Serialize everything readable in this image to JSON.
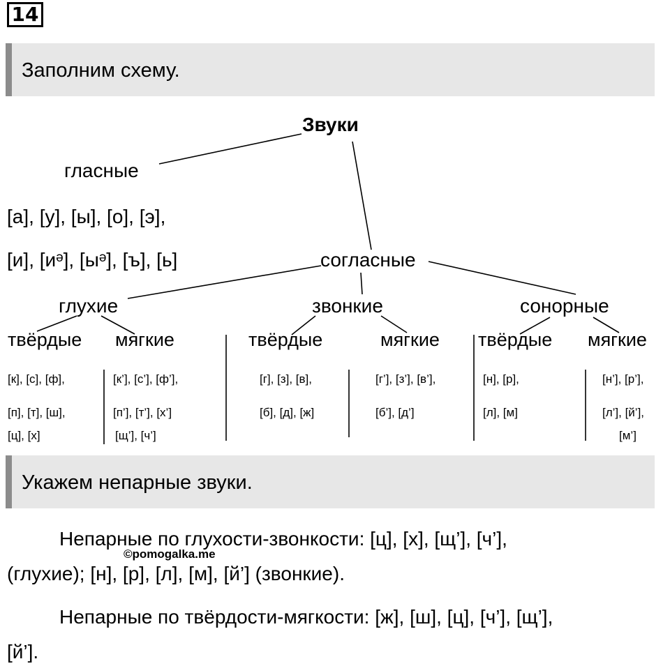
{
  "task_number": "14",
  "section1_title": "Заполним схему.",
  "section2_title": "Укажем непарные звуки.",
  "scheme": {
    "root": "Звуки",
    "vowels": {
      "label": "гласные",
      "line1": "[а], [у], [ы], [о], [э],",
      "line2": "[и], [иᵊ], [ыᵊ], [ъ], [ь]"
    },
    "consonants": {
      "label": "согласные",
      "voiceless": {
        "label": "глухие",
        "hard_label": "твёрдые",
        "hard_lines": [
          "[к], [с], [ф],",
          "[п], [т], [ш],",
          "[ц], [х]"
        ],
        "soft_label": "мягкие",
        "soft_lines": [
          "[к’], [с’], [ф’],",
          "[п’], [т’], [х’]",
          "[щ’], [ч’]"
        ]
      },
      "voiced": {
        "label": "звонкие",
        "hard_label": "твёрдые",
        "hard_lines": [
          "[г], [з], [в],",
          "[б], [д], [ж]"
        ],
        "soft_label": "мягкие",
        "soft_lines": [
          "[г’], [з’], [в’],",
          "[б’], [д’]"
        ]
      },
      "sonorant": {
        "label": "сонорные",
        "hard_label": "твёрдые",
        "hard_lines": [
          "[н], [р],",
          "[л], [м]"
        ],
        "soft_label": "мягкие",
        "soft_lines": [
          "[н’], [р’],",
          "[л’], [й’],",
          "[м’]"
        ]
      }
    }
  },
  "paragraph1": {
    "line1": "Непарные по глухости-звонкости: [ц], [х], [щ’], [ч’],",
    "line2": "(глухие); [н], [р], [л], [м], [й’] (звонкие)."
  },
  "paragraph2": {
    "line1": "Непарные по твёрдости-мягкости: [ж], [ш], [ц], [ч’], [щ’],",
    "line2": "[й’]."
  },
  "watermark": "©pomogalka.me"
}
